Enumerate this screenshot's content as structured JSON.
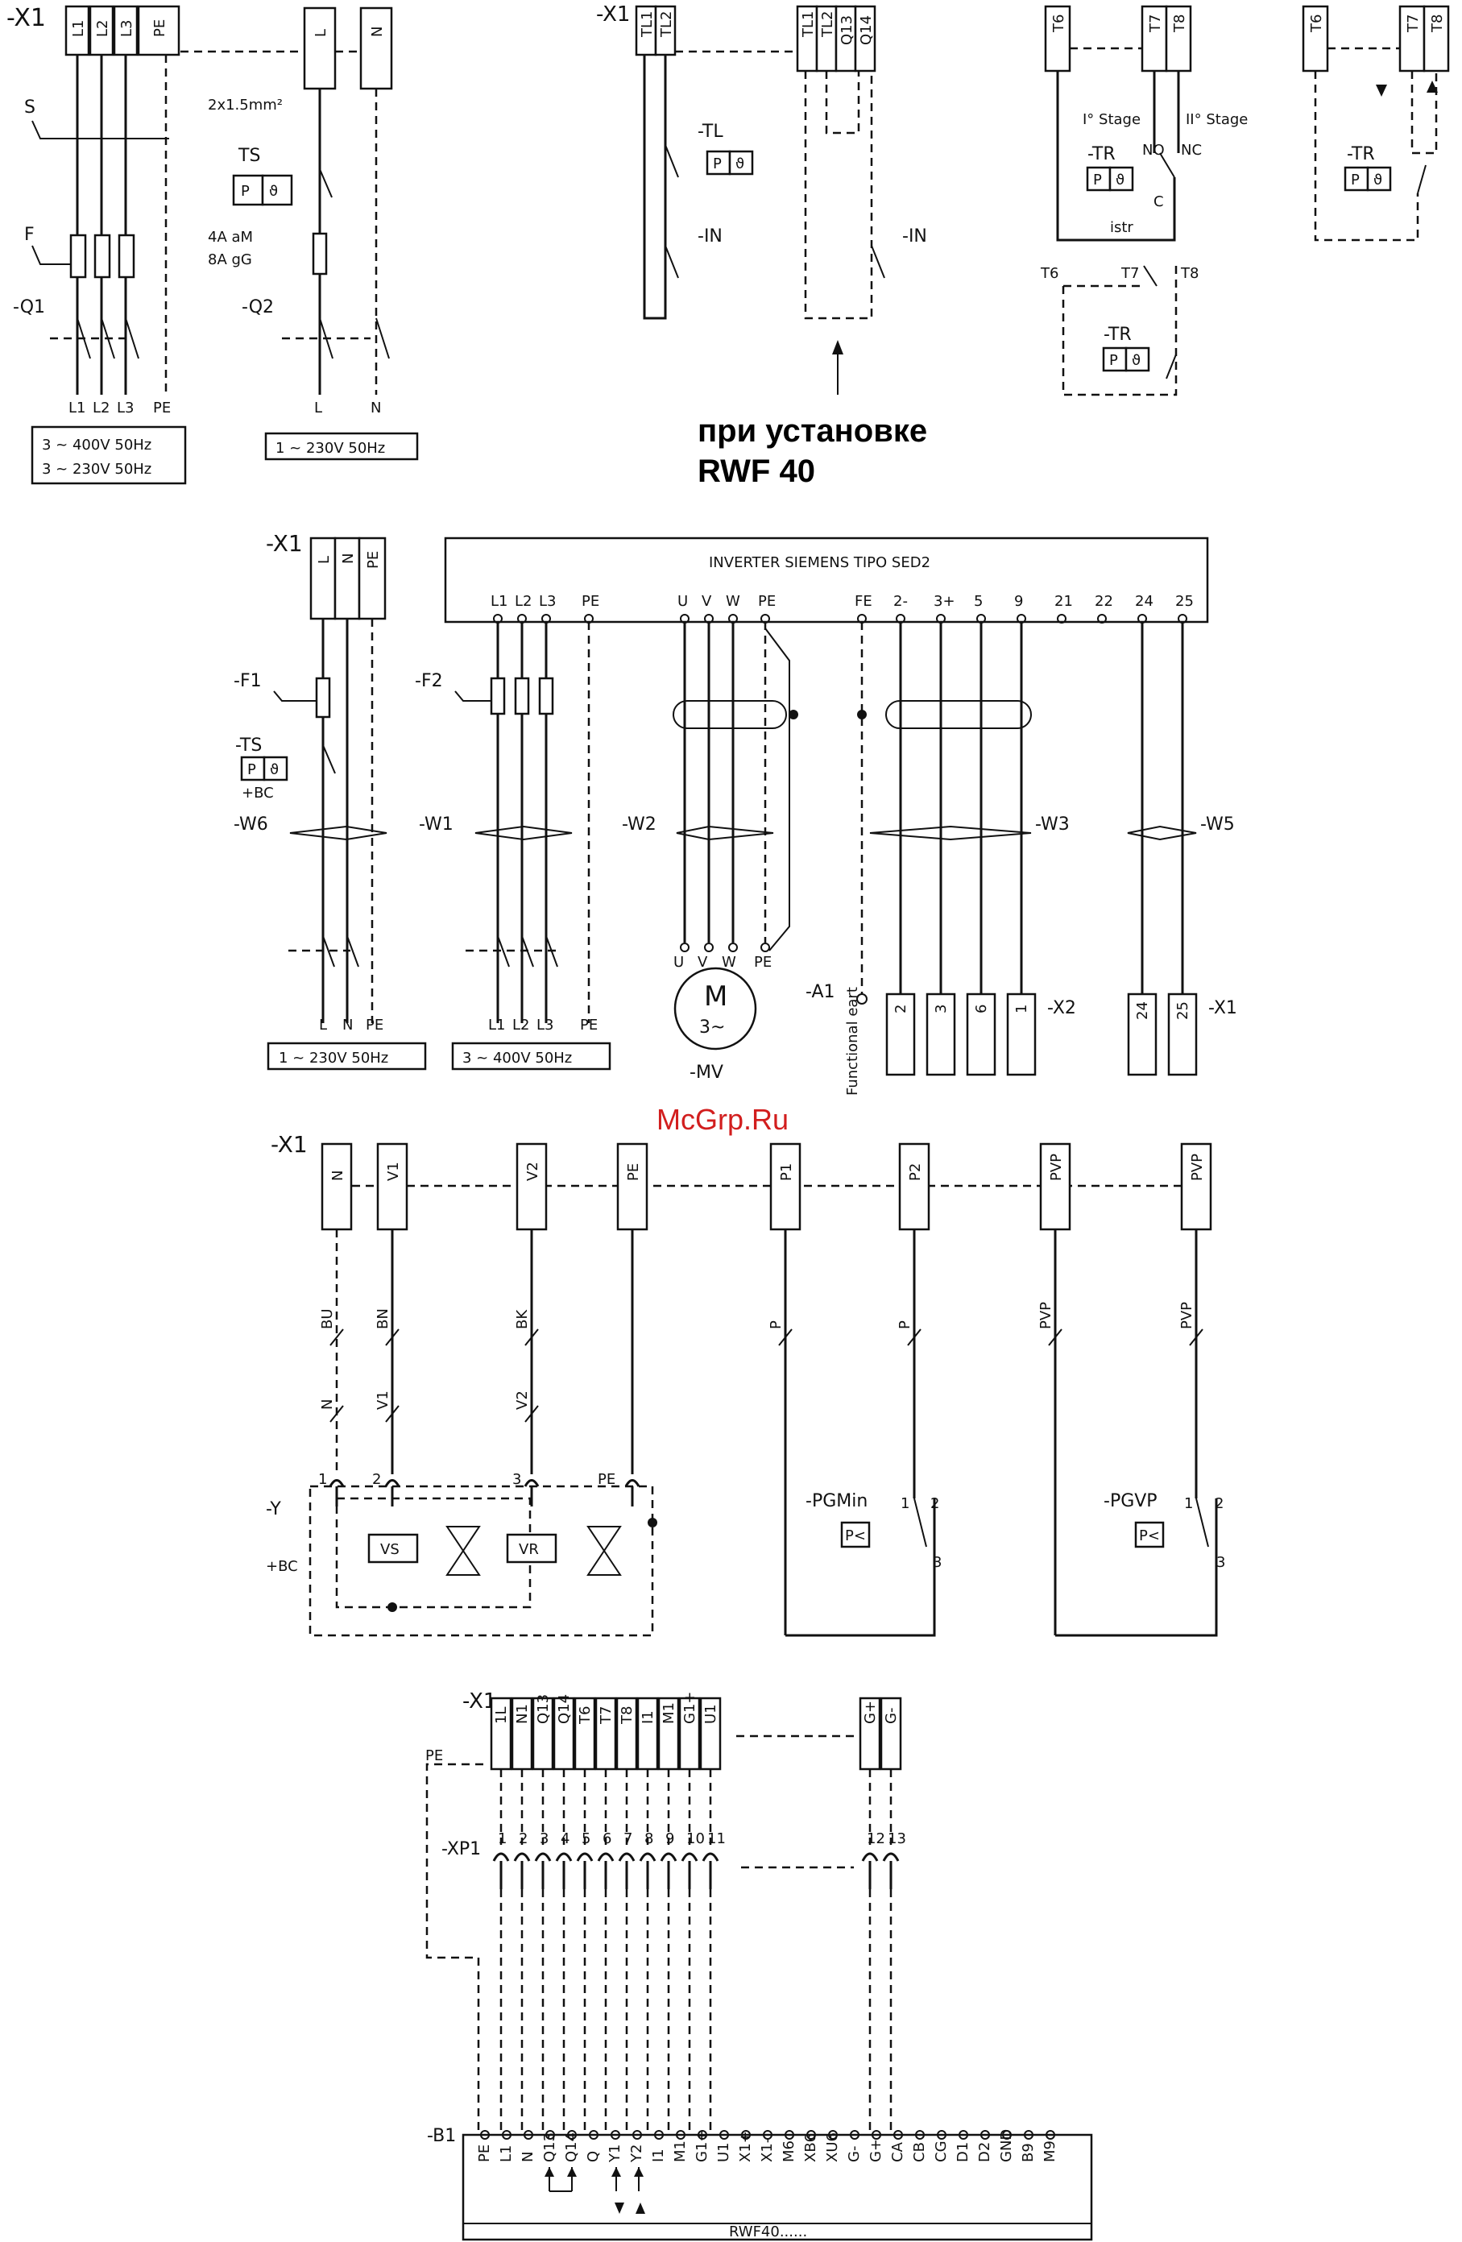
{
  "watermark": "McGrp.Ru",
  "note": {
    "line1": "при установке",
    "line2": "RWF 40"
  },
  "section_power": {
    "x1": "-X1",
    "terms_3ph": [
      "L1",
      "L2",
      "L3",
      "PE"
    ],
    "terms_1ph": [
      "L",
      "N"
    ],
    "s": "S",
    "f": "F",
    "q1": "-Q1",
    "q2": "-Q2",
    "ts": "TS",
    "cable": "2x1.5mm²",
    "fuse1": "4A aM",
    "fuse2": "8A gG",
    "out_3ph": [
      "L1",
      "L2",
      "L3",
      "PE"
    ],
    "out_1ph": [
      "L",
      "N"
    ],
    "supply_3ph_a": "3 ~ 400V 50Hz",
    "supply_3ph_b": "3 ~ 230V 50Hz",
    "supply_1ph": "1 ~ 230V 50Hz"
  },
  "section_tl": {
    "x1": "-X1",
    "terms_a": [
      "TL1",
      "TL2"
    ],
    "terms_b": [
      "TL1",
      "TL2",
      "Q13",
      "Q14"
    ],
    "tl": "-TL",
    "in": "-IN"
  },
  "section_tr": {
    "terms_a": [
      "T6",
      "T7",
      "T8"
    ],
    "terms_b": [
      "T6",
      "T7",
      "T8"
    ],
    "stage1": "I° Stage",
    "stage2": "II° Stage",
    "tr": "-TR",
    "no": "NO",
    "nc": "NC",
    "c": "C",
    "istr": "istr",
    "t6": "T6",
    "t7": "T7",
    "t8": "T8"
  },
  "section_inverter": {
    "x1": "-X1",
    "terms": [
      "L",
      "N",
      "PE"
    ],
    "title": "INVERTER SIEMENS TIPO SED2",
    "inv_terms": [
      "L1",
      "L2",
      "L3",
      "PE",
      "U",
      "V",
      "W",
      "PE",
      "FE",
      "2-",
      "3+",
      "5",
      "9",
      "21",
      "22",
      "24",
      "25"
    ],
    "f1": "-F1",
    "f2": "-F2",
    "ts": "-TS",
    "bc": "+BC",
    "w6": "-W6",
    "w1": "-W1",
    "w2": "-W2",
    "w3": "-W3",
    "w5": "-W5",
    "out_1ph": [
      "L",
      "N",
      "PE"
    ],
    "out_3ph": [
      "L1",
      "L2",
      "L3",
      "PE"
    ],
    "supply_1ph": "1 ~ 230V 50Hz",
    "supply_3ph": "3 ~ 400V 50Hz",
    "motor_terms": [
      "U",
      "V",
      "W",
      "PE"
    ],
    "motor_m": "M",
    "motor_3": "3~",
    "mv": "-MV",
    "a1": "-A1",
    "fe_label": "Functional eart",
    "x2_terms": [
      "2",
      "3",
      "6",
      "1"
    ],
    "x2": "-X2",
    "x1b_terms": [
      "24",
      "25"
    ],
    "x1b": "-X1"
  },
  "section_valves": {
    "x1": "-X1",
    "terms": [
      "N",
      "V1",
      "V2",
      "PE",
      "P1",
      "P2",
      "PVP",
      "PVP"
    ],
    "wires_top": [
      "BU",
      "BN",
      "BK",
      "P",
      "PVP",
      "PVP"
    ],
    "wires_mid": [
      "N",
      "V1",
      "V2"
    ],
    "y": "-Y",
    "bc": "+BC",
    "pins": [
      "1",
      "2",
      "3",
      "PE"
    ],
    "vs": "VS",
    "vr": "VR",
    "pgmin": "-PGMin",
    "pgvp": "-PGVP",
    "pressure": "P<",
    "sw_pins": [
      "1",
      "2",
      "3"
    ]
  },
  "section_rwf": {
    "x1": "-X1",
    "pe": "PE",
    "terms": [
      "1L",
      "N1",
      "Q13",
      "Q14",
      "T6",
      "T7",
      "T8",
      "I1",
      "M1",
      "G1+",
      "U1"
    ],
    "terms_g": [
      "G+",
      "G-"
    ],
    "xp1": "-XP1",
    "xp_nums": [
      "1",
      "2",
      "3",
      "4",
      "5",
      "6",
      "7",
      "8",
      "9",
      "10",
      "11",
      "12",
      "13"
    ],
    "b1": "-B1",
    "b1_terms": [
      "PE",
      "L1",
      "N",
      "Q13",
      "Q14",
      "Q",
      "Y1",
      "Y2",
      "I1",
      "M1",
      "G1+",
      "U1",
      "X1+",
      "X1-",
      "M6",
      "XB6",
      "XU6",
      "G-",
      "G+",
      "CA",
      "CB",
      "CG",
      "D1",
      "D2",
      "GND",
      "B9",
      "M9"
    ],
    "device": "RWF40......"
  }
}
